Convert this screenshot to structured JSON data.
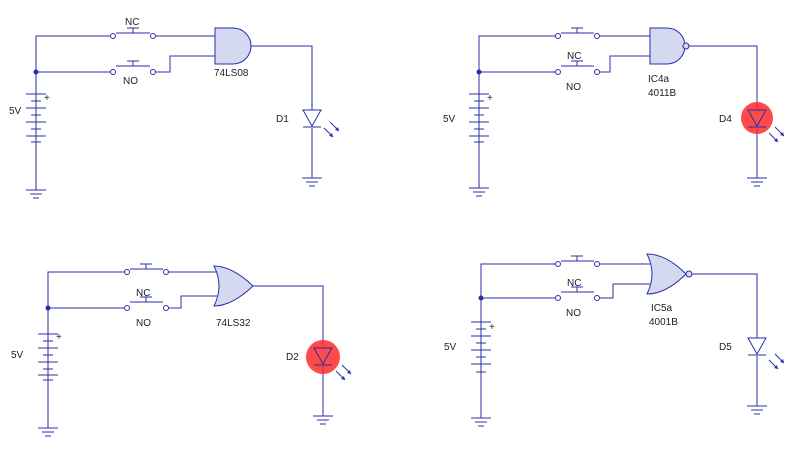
{
  "circuits": [
    {
      "id": "and",
      "battery_label": "5V",
      "top_switch_label": "NC",
      "bottom_switch_label": "NO",
      "gate_labels": [
        "74LS08"
      ],
      "led_label": "D1",
      "led_lit": false
    },
    {
      "id": "nand",
      "battery_label": "5V",
      "top_switch_label": "NC",
      "bottom_switch_label": "NO",
      "gate_labels": [
        "IC4a",
        "4011B"
      ],
      "led_label": "D4",
      "led_lit": true
    },
    {
      "id": "or",
      "battery_label": "5V",
      "top_switch_label": "NC",
      "bottom_switch_label": "NO",
      "gate_labels": [
        "74LS32"
      ],
      "led_label": "D2",
      "led_lit": true
    },
    {
      "id": "nor",
      "battery_label": "5V",
      "top_switch_label": "NC",
      "bottom_switch_label": "NO",
      "gate_labels": [
        "IC5a",
        "4001B"
      ],
      "led_label": "D5",
      "led_lit": false
    }
  ]
}
